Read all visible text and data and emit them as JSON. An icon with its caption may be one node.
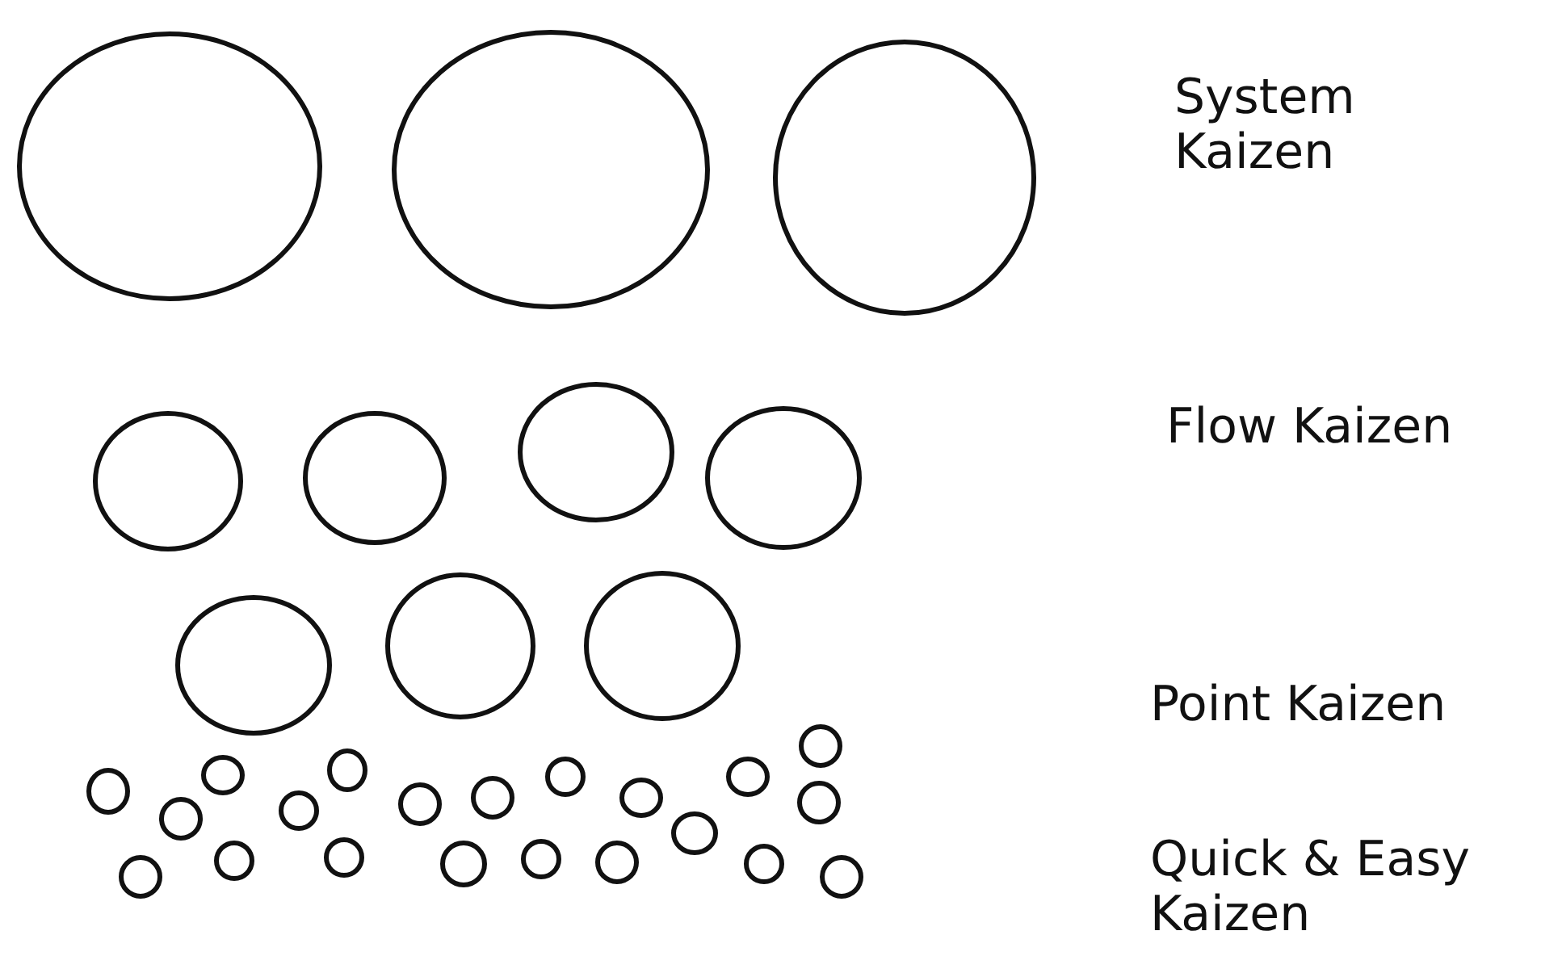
{
  "diagram": {
    "labels": [
      "System Kaizen",
      "Flow Kaizen",
      "Point Kaizen",
      "Quick & Easy Kaizen"
    ]
  }
}
